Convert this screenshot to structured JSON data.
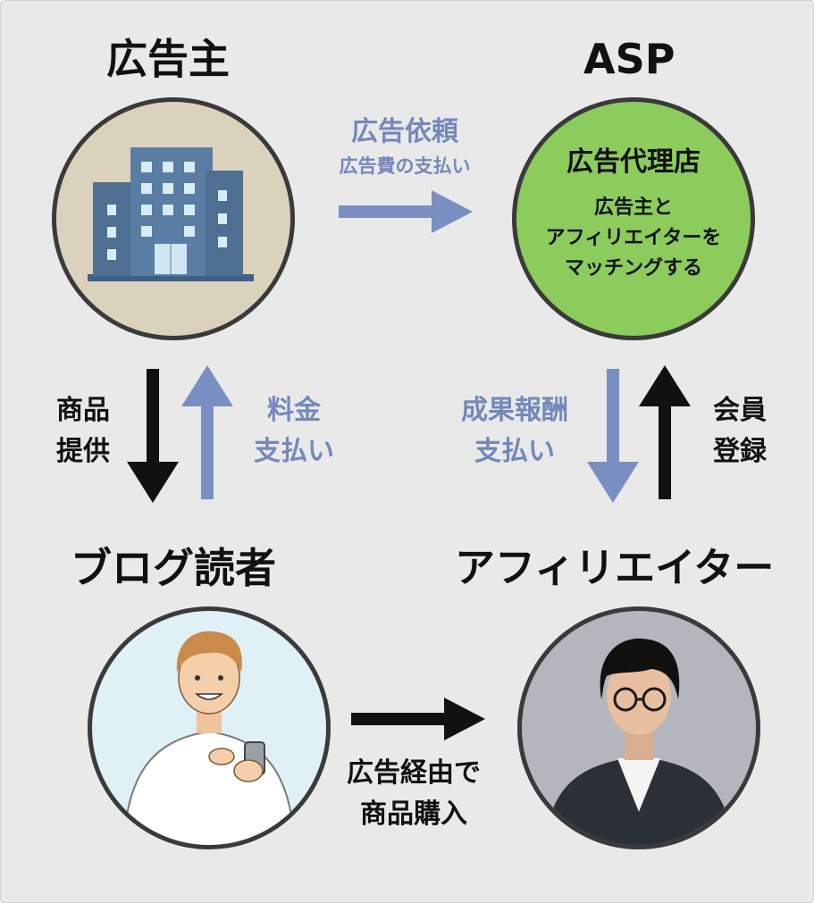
{
  "nodes": {
    "advertiser": {
      "title": "広告主",
      "icon": "office-building-icon"
    },
    "asp": {
      "title": "ASP",
      "circle_heading": "広告代理店",
      "circle_desc": [
        "広告主と",
        "アフィリエイターを",
        "マッチングする"
      ]
    },
    "reader": {
      "title": "ブログ読者",
      "icon": "person-with-smartphone-icon"
    },
    "affiliate": {
      "title": "アフィリエイター",
      "icon": "man-with-glasses-icon"
    }
  },
  "flows": {
    "ad_request": {
      "line1": "広告依頼",
      "line2": "広告費の支払い"
    },
    "product": {
      "line1": "商品",
      "line2": "提供"
    },
    "fee": {
      "line1": "料金",
      "line2": "支払い"
    },
    "reward": {
      "line1": "成果報酬",
      "line2": "支払い"
    },
    "register": {
      "line1": "会員",
      "line2": "登録"
    },
    "purchase": {
      "line1": "広告経由で",
      "line2": "商品購入"
    }
  },
  "colors": {
    "background": "#e9e9e9",
    "advertiser_circle": "#dbd2bd",
    "asp_circle": "#8bcc5c",
    "reader_circle": "#dff0f7",
    "affiliate_circle": "#b3b6bd",
    "arrow_black": "#111111",
    "arrow_blue": "#7a8fc1",
    "building": "#4e6f92"
  }
}
